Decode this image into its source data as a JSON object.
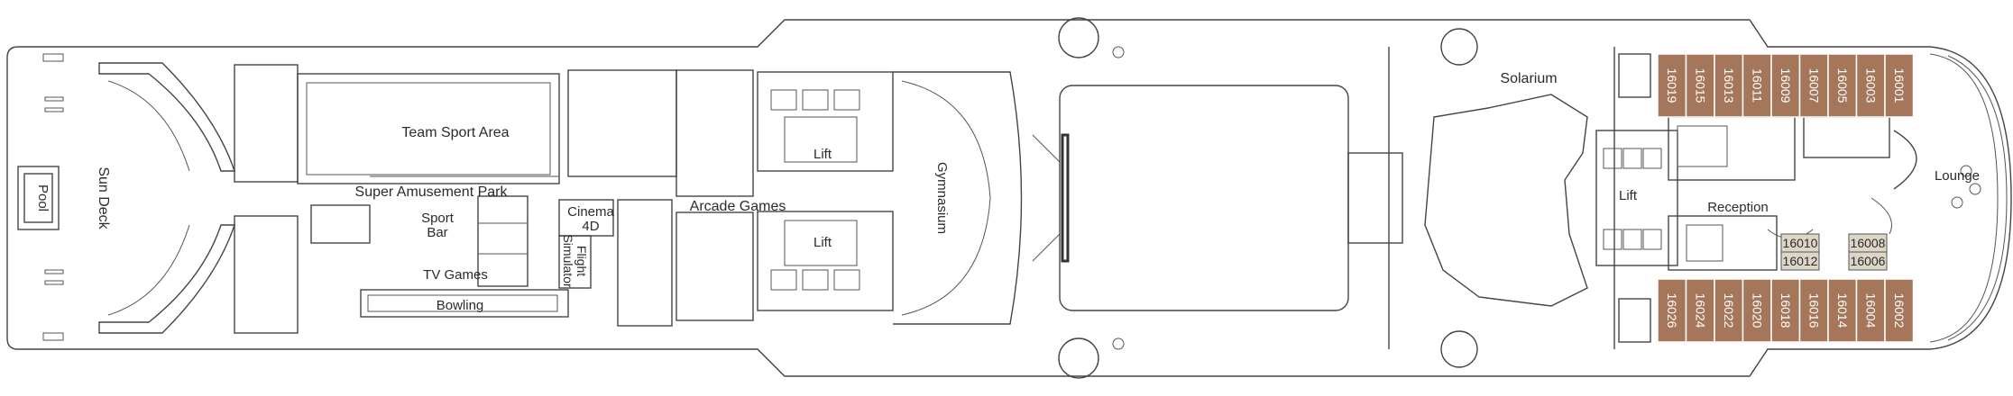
{
  "deck_labels": {
    "pool": "Pool",
    "sun_deck": "Sun Deck",
    "team_sport_area": "Team Sport Area",
    "super_amusement_park": "Super Amusement Park",
    "sport_bar_1": "Sport",
    "sport_bar_2": "Bar",
    "tv_games": "TV Games",
    "bowling": "Bowling",
    "cinema_1": "Cinema",
    "cinema_2": "4D",
    "flight_sim_1": "Flight",
    "flight_sim_2": "Simulator",
    "arcade_games": "Arcade Games",
    "lift": "Lift",
    "gymnasium": "Gymnasium",
    "solarium": "Solarium",
    "reception": "Reception",
    "lounge": "Lounge"
  },
  "cabins": {
    "top_row": [
      "16019",
      "16015",
      "16013",
      "16011",
      "16009",
      "16007",
      "16005",
      "16003",
      "16001"
    ],
    "bottom_row": [
      "16026",
      "16024",
      "16022",
      "16020",
      "16018",
      "16016",
      "16014",
      "16004",
      "16002"
    ],
    "inner": [
      "16010",
      "16012",
      "16008",
      "16006"
    ]
  },
  "colors": {
    "cabin_brown": "#a5765a",
    "cabin_beige": "#ddd6c8",
    "outline": "#333333"
  }
}
